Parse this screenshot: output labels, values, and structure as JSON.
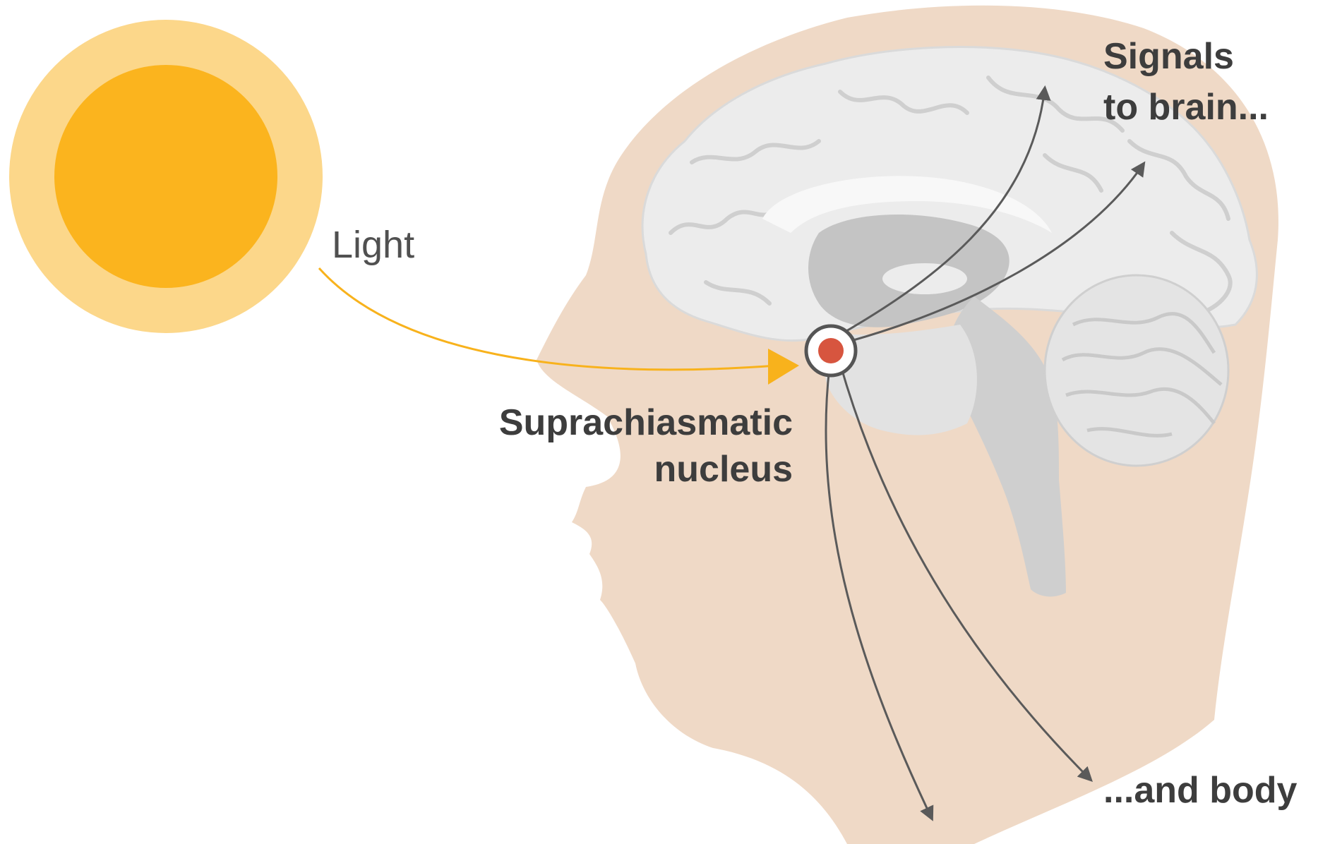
{
  "labels": {
    "light": "Light",
    "scn_line1": "Suprachiasmatic",
    "scn_line2": "nucleus",
    "brain_line1": "Signals",
    "brain_line2": "to brain...",
    "body": "...and body"
  },
  "colors": {
    "sun_outer": "#fcd78a",
    "sun_inner": "#fbb41e",
    "light_arrow": "#f8b21c",
    "head": "#efd9c6",
    "brain": "#ececec",
    "brain_fold": "#c9c9c9",
    "brain_inner": "#c4c4c4",
    "nucleus": "#d7553f",
    "signal_arrow": "#5a5a5a",
    "text": "#3d3d3d"
  }
}
